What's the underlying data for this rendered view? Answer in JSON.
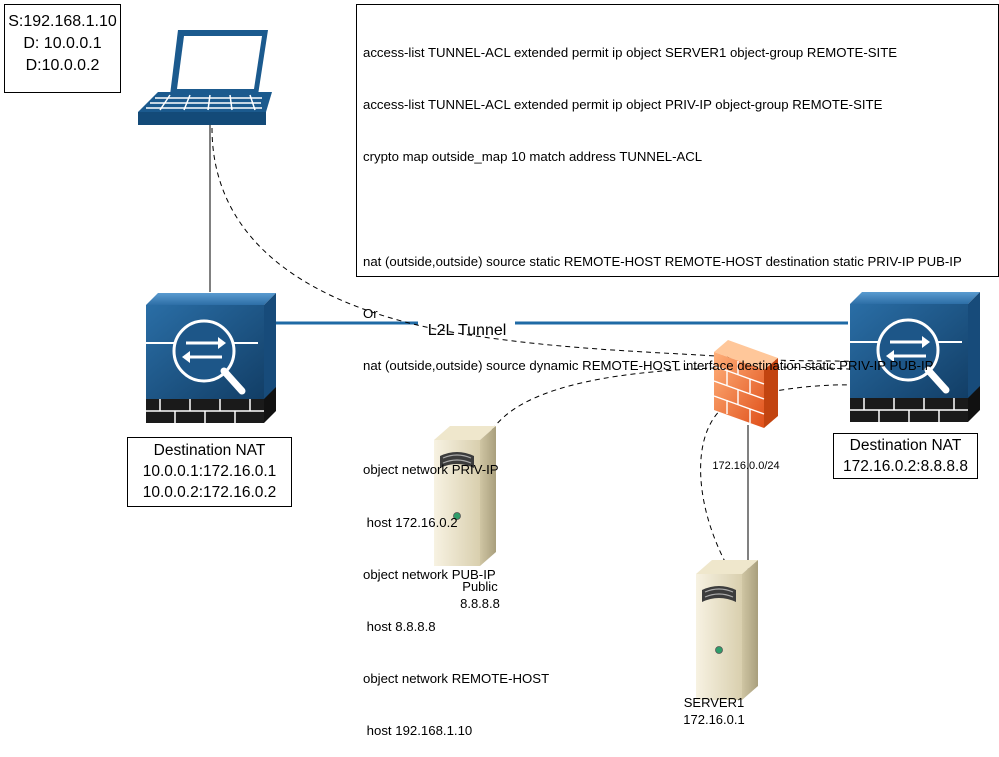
{
  "source_box": {
    "lines": [
      "S:192.168.1.10",
      "D: 10.0.0.1",
      "D:10.0.0.2"
    ]
  },
  "config": {
    "lines": [
      "access-list TUNNEL-ACL extended permit ip object SERVER1 object-group REMOTE-SITE",
      "access-list TUNNEL-ACL extended permit ip object PRIV-IP object-group REMOTE-SITE",
      "crypto map outside_map 10 match address TUNNEL-ACL",
      "",
      "nat (outside,outside) source static REMOTE-HOST REMOTE-HOST destination static PRIV-IP PUB-IP",
      "Or",
      "nat (outside,outside) source dynamic REMOTE-HOST interface destination static PRIV-IP PUB-IP",
      "",
      "object network PRIV-IP",
      " host 172.16.0.2",
      "object network PUB-IP",
      " host 8.8.8.8",
      "object network REMOTE-HOST",
      " host 192.168.1.10"
    ]
  },
  "tunnel": {
    "label": "L2L Tunnel"
  },
  "left_nat": {
    "title": "Destination NAT",
    "lines": [
      "10.0.0.1:172.16.0.1",
      "10.0.0.2:172.16.0.2"
    ]
  },
  "right_nat": {
    "title": "Destination NAT",
    "lines": [
      "172.16.0.2:8.8.8.8"
    ]
  },
  "subnet": {
    "label": "172.16.0.0/24"
  },
  "public_server": {
    "name": "Public",
    "ip": "8.8.8.8"
  },
  "server1": {
    "name": "SERVER1",
    "ip": "172.16.0.1"
  },
  "icons": [
    "laptop-icon",
    "asa-firewall-icon",
    "brick-firewall-icon",
    "server-icon"
  ],
  "colors": {
    "device_blue": "#1b5a8e",
    "tunnel_line": "#1f6aa5",
    "firewall_orange": "#f07a3a",
    "server_beige": "#e4dcc0"
  }
}
